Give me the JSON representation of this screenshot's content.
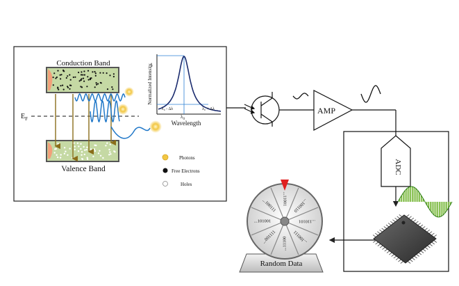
{
  "band_panel": {
    "conduction_band": "Conduction Band",
    "valence_band": "Valence Band",
    "fermi_level_main": "E",
    "fermi_level_sub": "F"
  },
  "spectrum": {
    "ylabel": "Normalized Intensity",
    "xlabel": "Wavelength",
    "y_tick": "1",
    "left_tick": "λ₀ - Δλ",
    "center_tick_main": "λ",
    "center_tick_sub": "0",
    "right_tick": "λ₀ + Δλ"
  },
  "legend": [
    {
      "label": "Photons",
      "color": "#f2c744"
    },
    {
      "label": "Free Electrons",
      "color": "#111111"
    },
    {
      "label": "Holes",
      "color": "#ffffff"
    }
  ],
  "amplifier_label": "AMP",
  "adc_label": "ADC",
  "wheel": {
    "segments": [
      "...11001",
      "...100110",
      "...110101",
      "...100111",
      "...11100",
      "...001111",
      "...101001",
      "...100111"
    ],
    "base_label": "Random Data"
  },
  "colors": {
    "band_fill": "#c5d9a4",
    "wave": "#1f77c8",
    "arrow": "#8a6d1a",
    "signal_green": "#6fb32e",
    "pointer": "#e02020"
  }
}
